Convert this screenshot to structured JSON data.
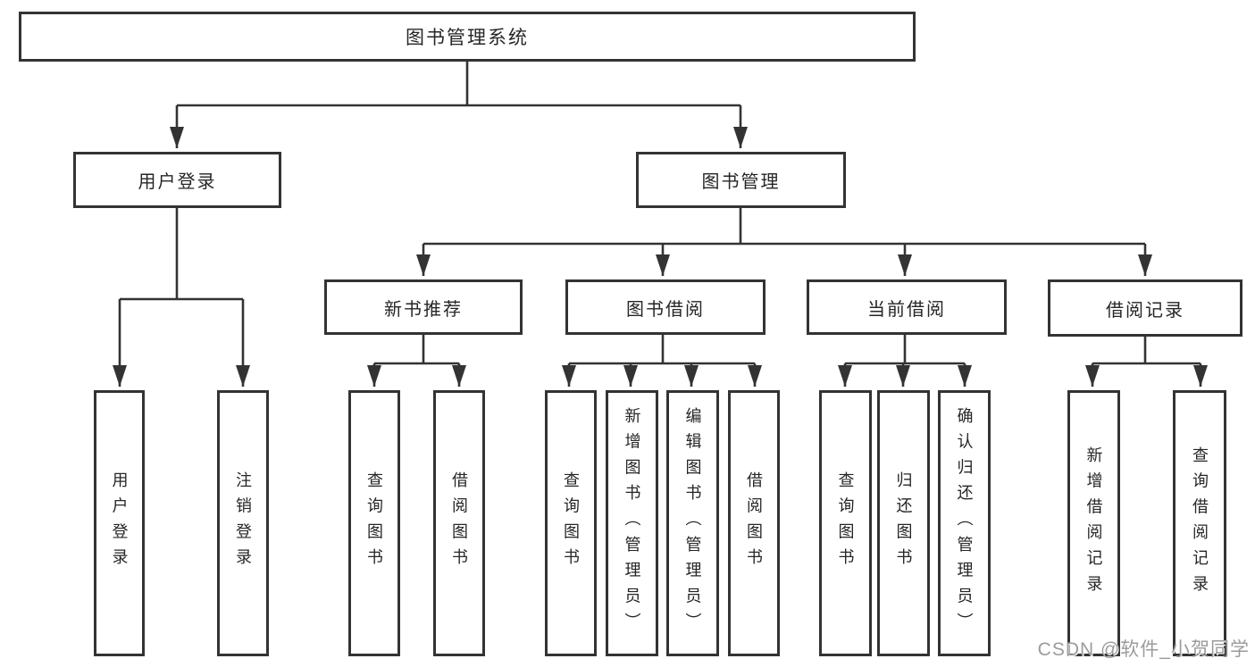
{
  "diagram": {
    "root": {
      "label": "图书管理系统"
    },
    "level2": {
      "user_login": {
        "label": "用户登录",
        "children": [
          "用户登录",
          "注销登录"
        ]
      },
      "book_management": {
        "label": "图书管理"
      }
    },
    "level3": [
      {
        "label": "新书推荐",
        "children": [
          "查询图书",
          "借阅图书"
        ]
      },
      {
        "label": "图书借阅",
        "children": [
          "查询图书",
          "新增图书（管理员）",
          "编辑图书（管理员）",
          "借阅图书"
        ]
      },
      {
        "label": "当前借阅",
        "children": [
          "查询图书",
          "归还图书",
          "确认归还（管理员）"
        ]
      },
      {
        "label": "借阅记录",
        "children": [
          "新增借阅记录",
          "查询借阅记录"
        ]
      }
    ],
    "watermark": "CSDN @软件_小贺同学",
    "colors": {
      "line": "#333333",
      "text": "#262626",
      "watermark": "#9b9b9b",
      "background": "#ffffff"
    }
  }
}
